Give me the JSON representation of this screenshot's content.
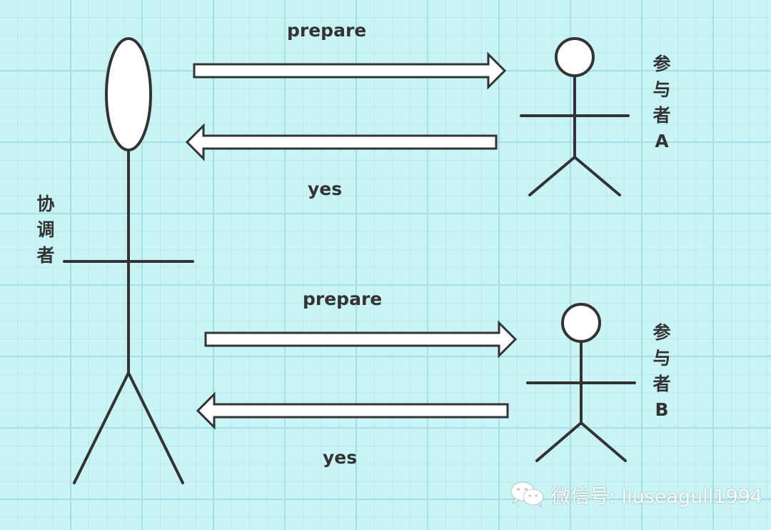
{
  "coordinator": {
    "label_chars": [
      "协",
      "调",
      "者"
    ]
  },
  "participant_a": {
    "label_chars": [
      "参",
      "与",
      "者",
      "A"
    ]
  },
  "participant_b": {
    "label_chars": [
      "参",
      "与",
      "者",
      "B"
    ]
  },
  "messages": {
    "top_request": "prepare",
    "top_reply": "yes",
    "bottom_request": "prepare",
    "bottom_reply": "yes"
  },
  "watermark": {
    "icon": "wechat-icon",
    "text": "微信号: liuseagull1994"
  }
}
